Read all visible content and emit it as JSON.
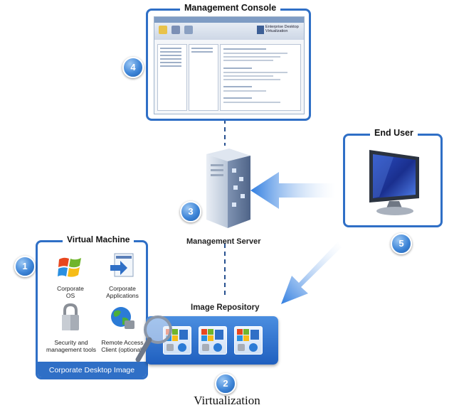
{
  "management_console": {
    "title": "Management Console",
    "badge": "4",
    "app_title_line1": "Enterprise Desktop",
    "app_title_line2": "Virtualization"
  },
  "management_server": {
    "label": "Management Server",
    "badge": "3"
  },
  "end_user": {
    "title": "End User",
    "badge": "5"
  },
  "virtual_machine": {
    "title": "Virtual Machine",
    "badge": "1",
    "items": [
      {
        "line1": "Corporate",
        "line2": "OS"
      },
      {
        "line1": "Corporate",
        "line2": "Applications"
      },
      {
        "line1": "Security and",
        "line2": "management tools"
      },
      {
        "line1": "Remote Access",
        "line2": "Client (optional)"
      }
    ],
    "footer": "Corporate Desktop Image"
  },
  "image_repository": {
    "title": "Image Repository",
    "badge": "2"
  },
  "caption": "Virtualization",
  "colors": {
    "frame_blue": "#2f6fc6",
    "arrow_blue": "#2f7de0",
    "badge_blue": "#3f86d8"
  }
}
